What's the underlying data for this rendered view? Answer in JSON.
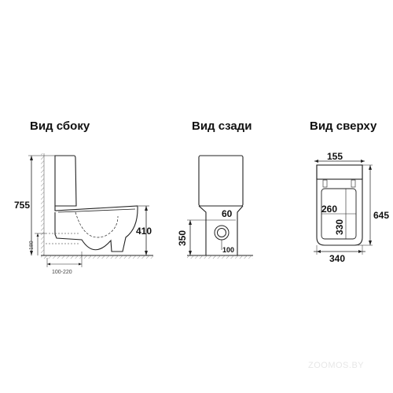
{
  "titles": {
    "side": "Вид сбоку",
    "back": "Вид сзади",
    "top": "Вид сверху"
  },
  "dims": {
    "side_height": "755",
    "side_seat": "410",
    "side_outlet": "180",
    "side_range": "100-220",
    "back_top": "60",
    "back_height": "350",
    "back_bottom": "100",
    "top_tank": "155",
    "top_inner_width": "260",
    "top_inner_depth": "330",
    "top_depth": "645",
    "top_width": "340"
  },
  "watermark": "ZOOMOS.BY"
}
